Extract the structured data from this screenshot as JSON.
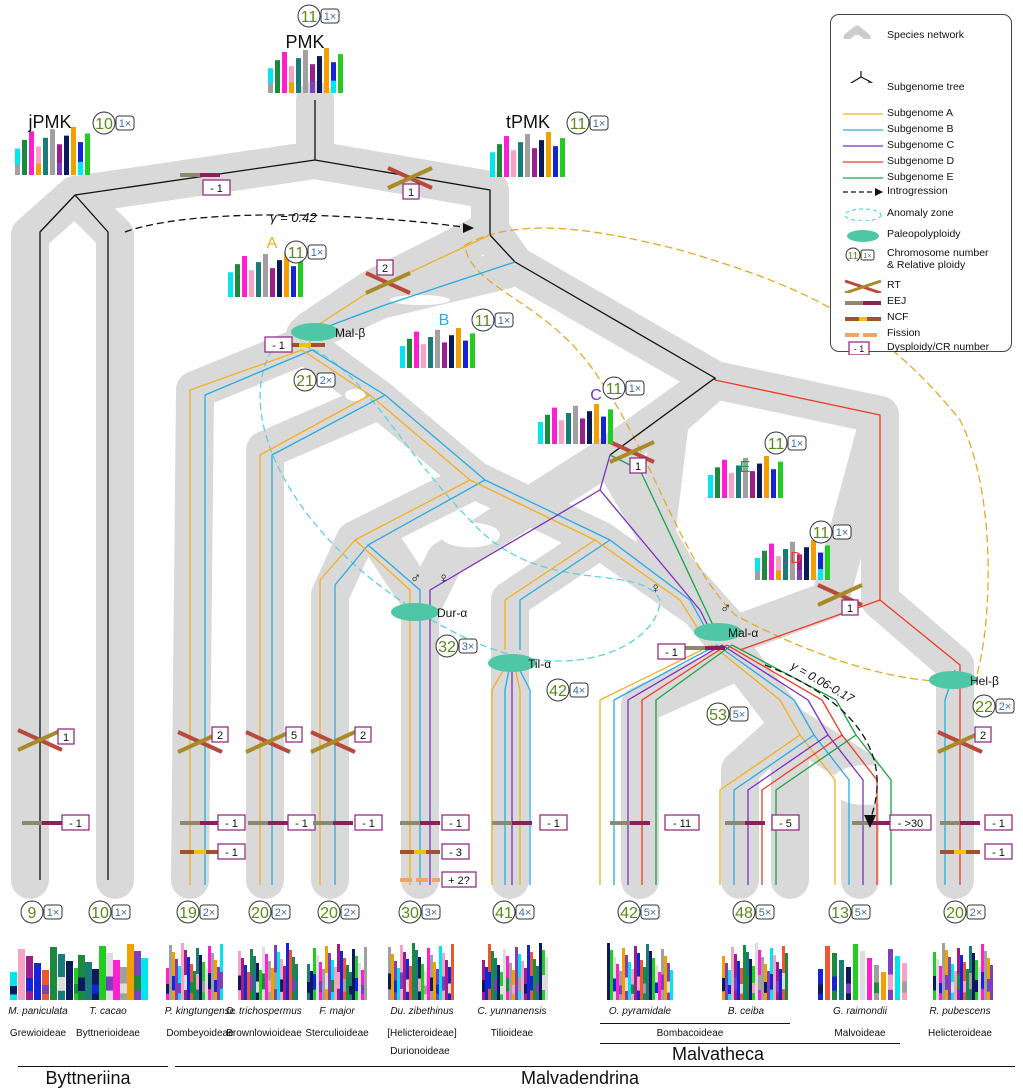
{
  "colors": {
    "A": "#f2b01e",
    "B": "#29abe2",
    "C": "#7b2fbe",
    "D": "#ef3b24",
    "E": "#1aa34a",
    "number": "#5a8a1a",
    "ploidy": "#3a6ea5",
    "cr_box": "#8e1f7a",
    "network": "#d9d9d9"
  },
  "ancestors": {
    "pmk": {
      "name": "PMK",
      "chrom": "11",
      "ploidy": "1×"
    },
    "jpmk": {
      "name": "jPMK",
      "chrom": "10",
      "ploidy": "1×"
    },
    "tpmk": {
      "name": "tPMK",
      "chrom": "11",
      "ploidy": "1×"
    },
    "a": {
      "name": "A",
      "chrom": "11",
      "ploidy": "1×"
    },
    "b": {
      "name": "B",
      "chrom": "11",
      "ploidy": "1×"
    },
    "c": {
      "name": "C",
      "chrom": "11",
      "ploidy": "1×"
    },
    "d": {
      "name": "D",
      "chrom": "11",
      "ploidy": "1×"
    },
    "e": {
      "name": "E",
      "chrom": "11",
      "ploidy": "1×"
    }
  },
  "events": {
    "mal_beta": "Mal-β",
    "dur_alpha": "Dur-α",
    "til_alpha": "Til-α",
    "mal_alpha": "Mal-α",
    "hel_beta": "Hel-β"
  },
  "gamma": {
    "g1": "γ = 0.42",
    "g2": "γ = 0.06-0.17"
  },
  "nodes": {
    "n21": {
      "chrom": "21",
      "ploidy": "2×"
    },
    "n32": {
      "chrom": "32",
      "ploidy": "3×"
    },
    "n42": {
      "chrom": "42",
      "ploidy": "4×"
    },
    "n53": {
      "chrom": "53",
      "ploidy": "5×"
    },
    "n22": {
      "chrom": "22",
      "ploidy": "2×"
    }
  },
  "cr": {
    "root_l": "- 1",
    "root_r": "1",
    "a": "2",
    "malb": "- 1",
    "c": "1",
    "d": "1",
    "mala": "- 1",
    "mp_rt": "1",
    "mp_eej": "- 1",
    "pk_rt": "2",
    "pk_eej": "- 1",
    "pk_ncf": "- 1",
    "dt_rt": "5",
    "dt_eej": "- 1",
    "fm_rt": "2",
    "fm_eej": "- 1",
    "dz_eej": "- 1",
    "dz_ncf": "- 3",
    "dz_fis": "+ 2?",
    "cy_eej": "- 1",
    "op_eej": "- 11",
    "bc_eej": "- 5",
    "gr_eej": "- >30",
    "rp_rt": "2",
    "rp_eej": "- 1",
    "rp_ncf": "- 1"
  },
  "tips": [
    {
      "species": "M. paniculata",
      "subfamily": "Grewioideae",
      "chrom": "9",
      "ploidy": "1×"
    },
    {
      "species": "T. cacao",
      "subfamily": "Byttnerioideae",
      "chrom": "10",
      "ploidy": "1×"
    },
    {
      "species": "P. kingtungense",
      "subfamily": "Dombeyoideae",
      "chrom": "19",
      "ploidy": "2×"
    },
    {
      "species": "D. trichospermus",
      "subfamily": "Brownlowioideae",
      "chrom": "20",
      "ploidy": "2×"
    },
    {
      "species": "F. major",
      "subfamily": "Sterculioideae",
      "chrom": "20",
      "ploidy": "2×"
    },
    {
      "species": "Du. zibethinus",
      "subfamily": "[Helicteroideae]",
      "chrom": "30",
      "ploidy": "3×"
    },
    {
      "species": "C. yunnanensis",
      "subfamily": "Tilioideae",
      "chrom": "41",
      "ploidy": "4×"
    },
    {
      "species": "O. pyramidale",
      "subfamily": "",
      "chrom": "42",
      "ploidy": "5×"
    },
    {
      "species": "B. ceiba",
      "subfamily": "",
      "chrom": "48",
      "ploidy": "5×"
    },
    {
      "species": "G. raimondii",
      "subfamily": "Malvoideae",
      "chrom": "13",
      "ploidy": "5×"
    },
    {
      "species": "R. pubescens",
      "subfamily": "Helicteroideae",
      "chrom": "20",
      "ploidy": "2×"
    }
  ],
  "extra_labels": {
    "durionoideae": "Durionoideae",
    "bombacoideae": "Bombacoideae",
    "malvatheca": "Malvatheca",
    "byttneriina": "Byttneriina",
    "malvadendrina": "Malvadendrina"
  },
  "legend": [
    {
      "icon": "species-network-icon",
      "label": "Species network"
    },
    {
      "icon": "subgenome-tree-icon",
      "label": "Subgenome tree"
    },
    {
      "icon": "subgenome-a-line-icon",
      "label": "Subgenome A"
    },
    {
      "icon": "subgenome-b-line-icon",
      "label": "Subgenome B"
    },
    {
      "icon": "subgenome-c-line-icon",
      "label": "Subgenome C"
    },
    {
      "icon": "subgenome-d-line-icon",
      "label": "Subgenome D"
    },
    {
      "icon": "subgenome-e-line-icon",
      "label": "Subgenome E"
    },
    {
      "icon": "introgression-arrow-icon",
      "label": "Introgression"
    },
    {
      "icon": "anomaly-zone-icon",
      "label": "Anomaly zone"
    },
    {
      "icon": "paleopolyploidy-ellipse-icon",
      "label": "Paleopolyploidy"
    },
    {
      "icon": "chromosome-number-circle-icon",
      "label": "Chromosome number",
      "label2": "& Relative ploidy",
      "chrom": "11",
      "ploidy": "1×"
    },
    {
      "icon": "rt-cross-icon",
      "label": "RT"
    },
    {
      "icon": "eej-bar-icon",
      "label": "EEJ"
    },
    {
      "icon": "ncf-bar-icon",
      "label": "NCF"
    },
    {
      "icon": "fission-bar-icon",
      "label": "Fission"
    },
    {
      "icon": "dysploidy-box-icon",
      "label": "Dysploidy/CR number",
      "box": "- 1"
    }
  ]
}
